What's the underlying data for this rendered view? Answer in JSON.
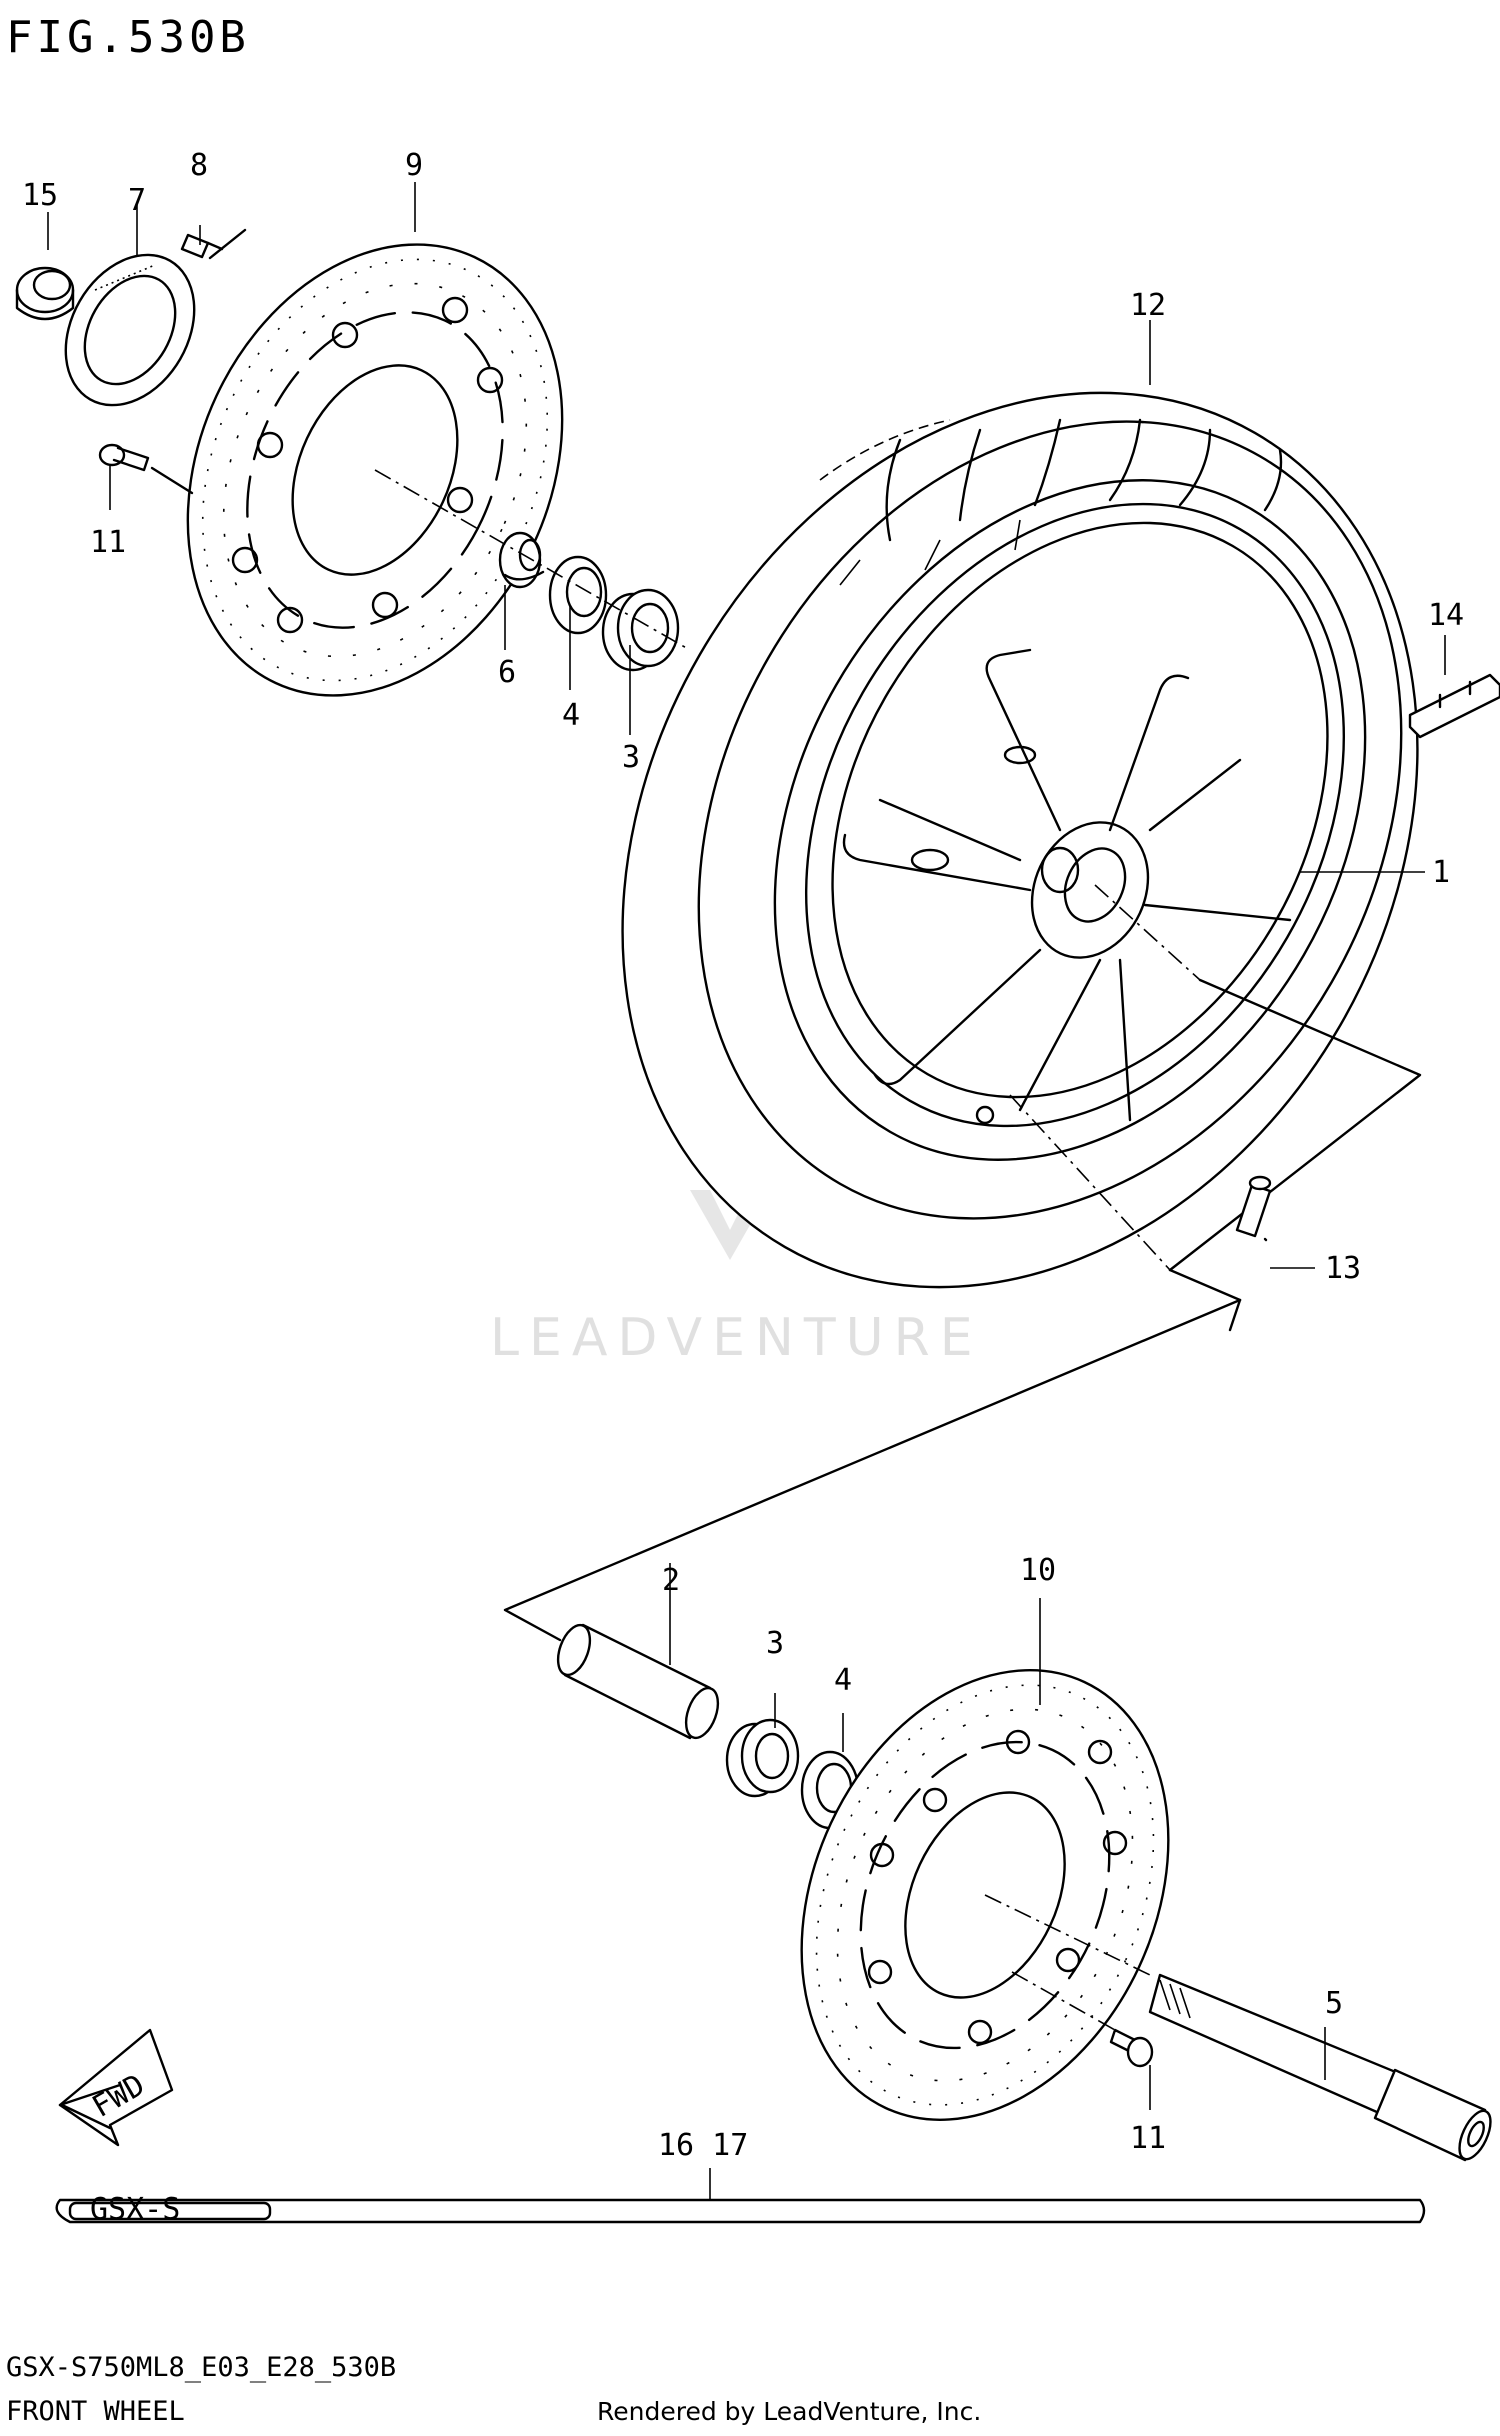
{
  "figure": {
    "title": "FIG.530B",
    "model_code": "GSX-S750ML8_E03_E28_530B",
    "section_name": "FRONT WHEEL",
    "credit": "Rendered by LeadVenture, Inc.",
    "watermark": "LEADVENTURE",
    "fwd_label": "FWD",
    "decal_text": "GSX-S"
  },
  "callouts": {
    "c1": "1",
    "c2": "2",
    "c3a": "3",
    "c3b": "3",
    "c4a": "4",
    "c4b": "4",
    "c5": "5",
    "c6": "6",
    "c7": "7",
    "c8": "8",
    "c9": "9",
    "c10": "10",
    "c11a": "11",
    "c11b": "11",
    "c12": "12",
    "c13": "13",
    "c14": "14",
    "c15": "15",
    "c16_17": "16 17"
  }
}
